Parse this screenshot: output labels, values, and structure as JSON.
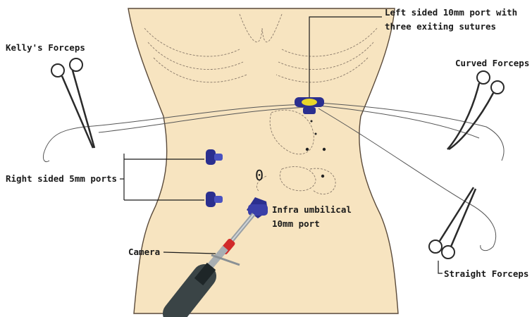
{
  "labels": {
    "left_port_line1": "Left sided 10mm port with",
    "left_port_line2": "three exiting sutures",
    "kellys": "Kelly's Forceps",
    "curved": "Curved Forceps",
    "right_ports": "Right sided 5mm ports",
    "umbilicus_mark": "0",
    "infra_line1": "Infra umbilical",
    "infra_line2": "10mm port",
    "camera": "Camera",
    "straight": "Straight Forceps"
  },
  "colors": {
    "skin": "#f7e4c0",
    "outline": "#5a4a3a",
    "port_blue": "#2b2f8f",
    "port_yellow": "#e8d62a",
    "camera_red": "#d12a2a",
    "scope_dark": "#3a4446"
  },
  "icons": [
    "kellys-forceps-icon",
    "curved-forceps-icon",
    "straight-forceps-icon",
    "port-icon",
    "camera-icon"
  ]
}
